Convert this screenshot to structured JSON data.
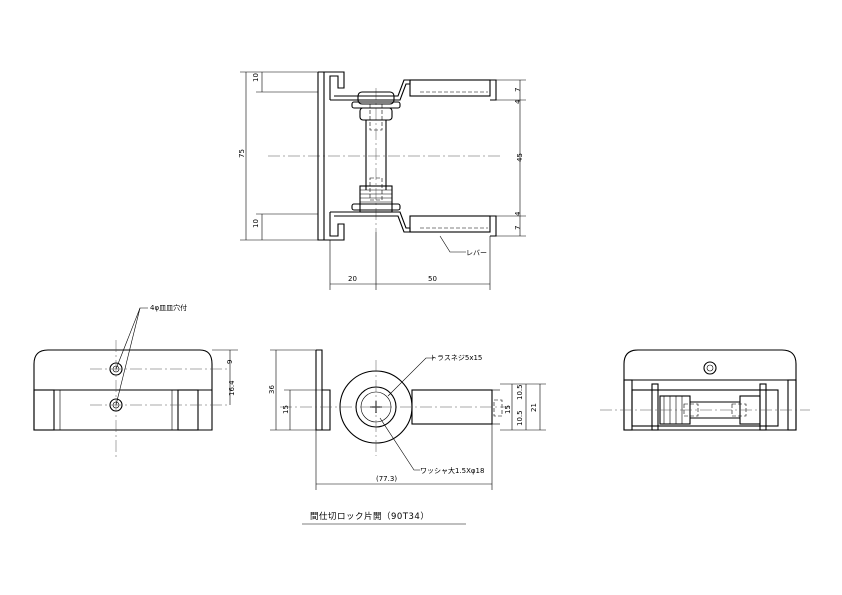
{
  "title": "間仕切ロック片開（90T34）",
  "front_view": {
    "dims": {
      "top_left": "10",
      "total_height": "75",
      "bottom_left": "10",
      "right_top": "7",
      "right_top2": "4",
      "right_middle": "45",
      "right_bottom1": "4",
      "right_bottom2": "7",
      "bottom_left_width": "20",
      "bottom_right_width": "50"
    },
    "lever_label": "レバー"
  },
  "plate_view": {
    "hole_label": "4φ皿皿穴付",
    "dim_top": "9",
    "dim_mid": "16.4"
  },
  "side_view": {
    "screw_label": "トラスネジ5x15",
    "washer_label": "ワッシャ大1.5Xφ18",
    "dim_height": "36",
    "dim_inner": "15",
    "dim_right_a": "10.5",
    "dim_right_b": "15",
    "dim_right_c": "10.5",
    "dim_right_total": "21",
    "dim_bottom": "(77.3)"
  }
}
